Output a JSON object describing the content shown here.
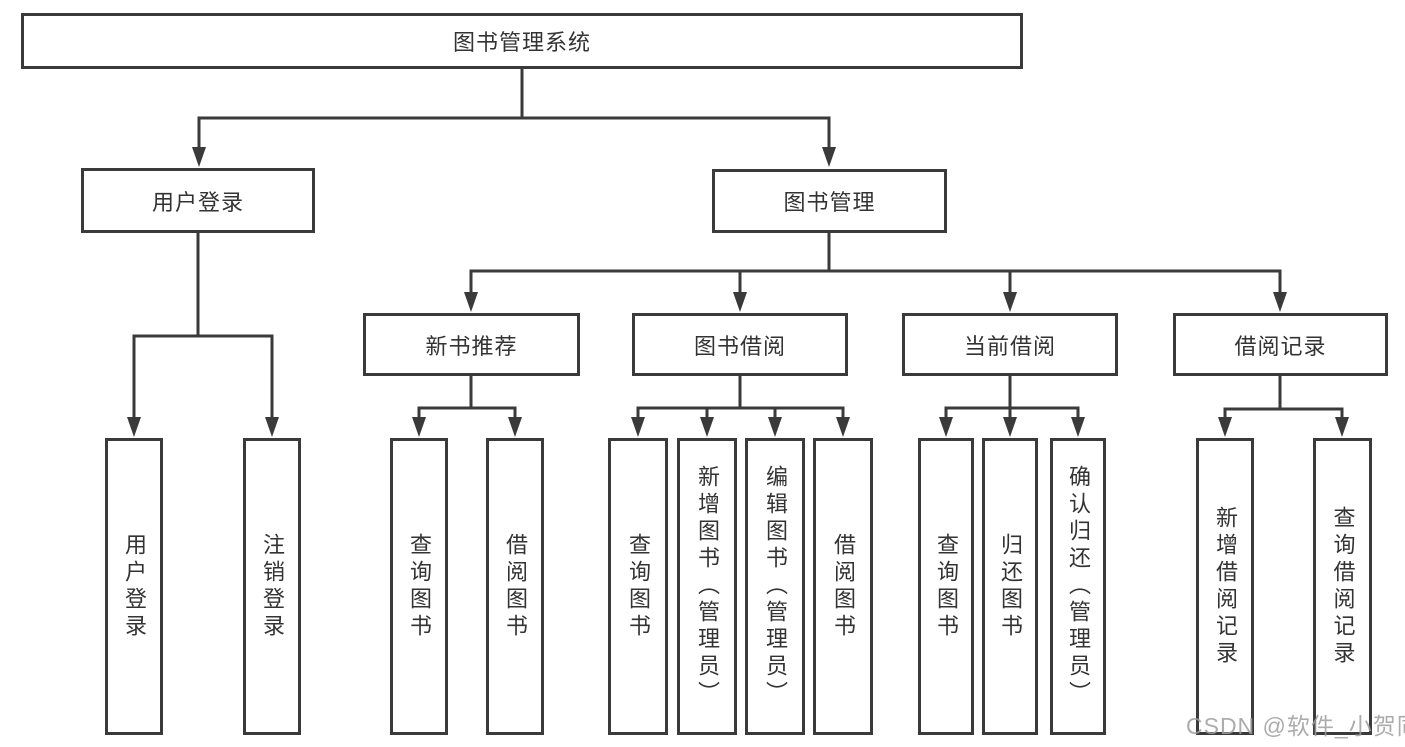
{
  "nodes": {
    "root": {
      "label": "图书管理系统"
    },
    "branches": [
      {
        "label": "用户登录",
        "children": [
          {
            "label": "用户登录"
          },
          {
            "label": "注销登录"
          }
        ]
      },
      {
        "label": "图书管理",
        "children": [
          {
            "label": "新书推荐",
            "children": [
              {
                "label": "查询图书"
              },
              {
                "label": "借阅图书"
              }
            ]
          },
          {
            "label": "图书借阅",
            "children": [
              {
                "label": "查询图书"
              },
              {
                "label": "新增图书（管理员）"
              },
              {
                "label": "编辑图书（管理员）"
              },
              {
                "label": "借阅图书"
              }
            ]
          },
          {
            "label": "当前借阅",
            "children": [
              {
                "label": "查询图书"
              },
              {
                "label": "归还图书"
              },
              {
                "label": "确认归还（管理员）"
              }
            ]
          },
          {
            "label": "借阅记录",
            "children": [
              {
                "label": "新增借阅记录"
              },
              {
                "label": "查询借阅记录"
              }
            ]
          }
        ]
      }
    ]
  },
  "watermark": {
    "text": "CSDN @软件_小贺同学"
  },
  "colors": {
    "line": "#3a3a3a",
    "text": "#333333",
    "box_bg": "#ffffff",
    "watermark": "#9e9ea0"
  }
}
